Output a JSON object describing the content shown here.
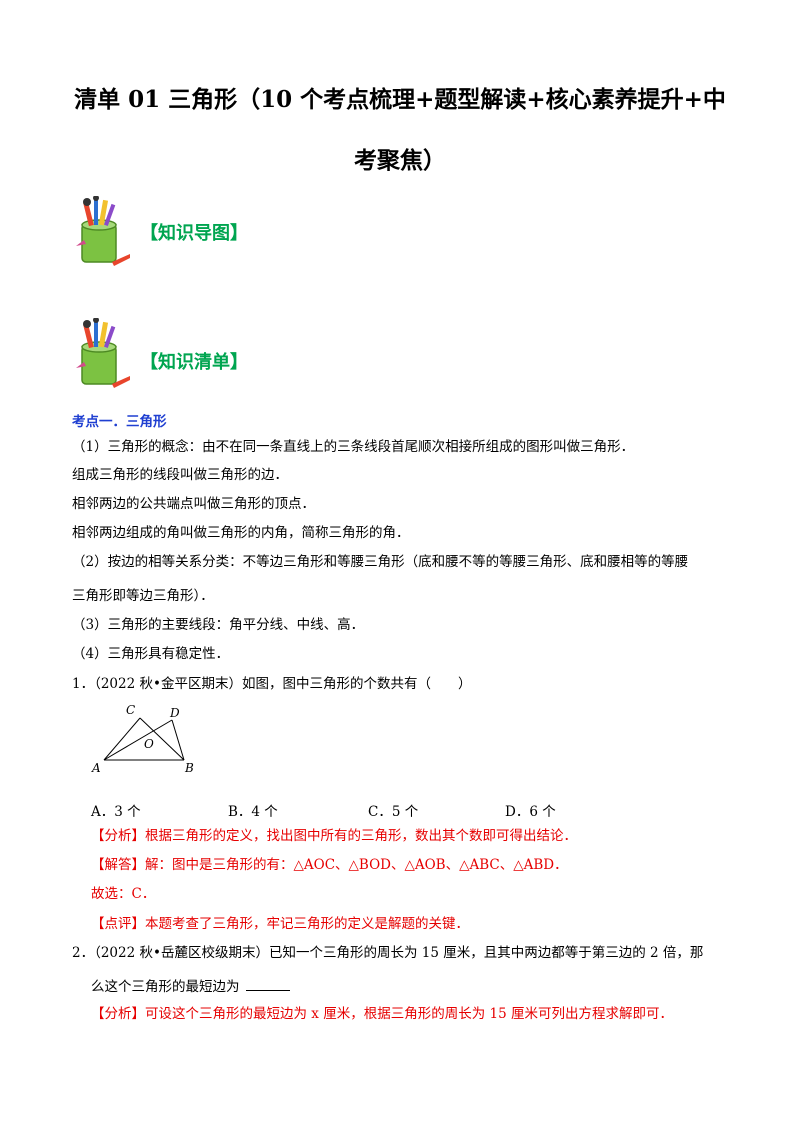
{
  "title": {
    "line1": "清单 01  三角形（10 个考点梳理+题型解读+核心素养提升+中",
    "line2": "考聚焦）"
  },
  "sections": {
    "map_label": "【知识导图】",
    "list_label": "【知识清单】"
  },
  "topic1": {
    "heading": "考点一．三角形",
    "lines": [
      "（1）三角形的概念：由不在同一条直线上的三条线段首尾顺次相接所组成的图形叫做三角形．",
      "组成三角形的线段叫做三角形的边．",
      "相邻两边的公共端点叫做三角形的顶点．",
      "相邻两边组成的角叫做三角形的内角，简称三角形的角．",
      "（2）按边的相等关系分类：不等边三角形和等腰三角形（底和腰不等的等腰三角形、底和腰相等的等腰",
      "三角形即等边三角形）．",
      "（3）三角形的主要线段：角平分线、中线、高．",
      "（4）三角形具有稳定性．"
    ]
  },
  "q1": {
    "stem": "1．（2022 秋•金平区期末）如图，图中三角形的个数共有（　　）",
    "figure_labels": {
      "c": "C",
      "d": "D",
      "o": "O",
      "a": "A",
      "b": "B"
    },
    "options": [
      "A．3 个",
      "B．4 个",
      "C．5 个",
      "D．6 个"
    ],
    "analysis": "【分析】根据三角形的定义，找出图中所有的三角形，数出其个数即可得出结论．",
    "answer": "【解答】解：图中是三角形的有：△AOC、△BOD、△AOB、△ABC、△ABD．",
    "choice": "故选：C．",
    "comment": "【点评】本题考查了三角形，牢记三角形的定义是解题的关键．"
  },
  "q2": {
    "stem_line1": "2．（2022 秋•岳麓区校级期末）已知一个三角形的周长为 15 厘米，且其中两边都等于第三边的 2 倍，那",
    "stem_line2": "么这个三角形的最短边为",
    "analysis": "【分析】可设这个三角形的最短边为 x 厘米，根据三角形的周长为 15 厘米可列出方程求解即可．"
  }
}
